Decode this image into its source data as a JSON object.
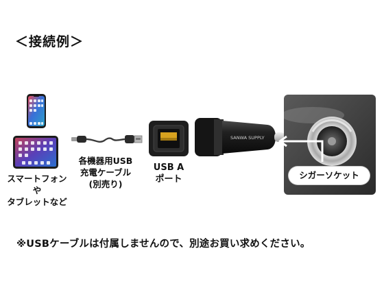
{
  "title": "＜接続例＞",
  "devices": {
    "label_line1": "スマートフォンや",
    "label_line2": "タブレットなど"
  },
  "cable": {
    "label_line1": "各機器用USB",
    "label_line2": "充電ケーブル",
    "label_line3": "(別売り)"
  },
  "port": {
    "label_line1": "USB A",
    "label_line2": "ポート"
  },
  "charger": {
    "brand_text": "SANWA SUPPLY"
  },
  "socket": {
    "label": "シガーソケット"
  },
  "footnote": "※USBケーブルは付属しませんので、別途お買い求めください。"
}
